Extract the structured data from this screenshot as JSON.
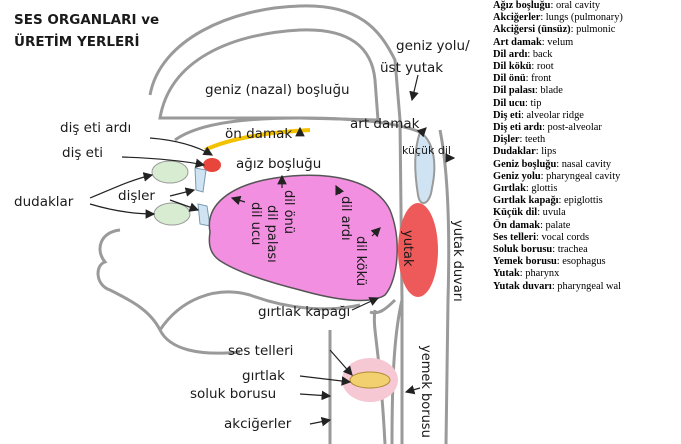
{
  "diagram": {
    "title_line1": "SES ORGANLARI ve",
    "title_line2": "ÜRETİM YERLERİ",
    "labels": {
      "geniz_yolu_1": "geniz yolu/",
      "geniz_yolu_2": "üst yutak",
      "geniz_bosluklu": "geniz (nazal) boşluğu",
      "dis_eti_ardi": "diş eti ardı",
      "on_damak": "ön damak",
      "art_damak": "art damak",
      "dis_eti": "diş eti",
      "kucuk_dil": "küçük dil",
      "agiz_boslugu": "ağız boşluğu",
      "dudaklar": "dudaklar",
      "disler": "dişler",
      "dil_ucu": "dil ucu",
      "dil_onu": "dil önü",
      "dil_palasi": "dil palası",
      "dil_ardi": "dil ardı",
      "dil_koku": "dil kökü",
      "yutak": "yutak",
      "yutak_duvari": "yutak duvarı",
      "girtlak_kapagi": "gırtlak kapağı",
      "yemek_borusu": "yemek borusu",
      "ses_telleri": "ses telleri",
      "girtlak": "gırtlak",
      "soluk_borusu": "soluk borusu",
      "akcigerler": "akciğerler"
    }
  },
  "glossary": [
    {
      "term": "Ağız boşluğu",
      "def": ": oral cavity"
    },
    {
      "term": "Akciğerler",
      "def": ": lungs (pulmonary)"
    },
    {
      "term": "Akciğersi (ünsüz)",
      "def": ": pulmonic"
    },
    {
      "term": "Art damak",
      "def": ": velum"
    },
    {
      "term": "Dil ardı",
      "def": ": back"
    },
    {
      "term": "Dil kökü",
      "def": ": root"
    },
    {
      "term": "Dil önü",
      "def": ": front"
    },
    {
      "term": "Dil palası",
      "def": ": blade"
    },
    {
      "term": "Dil ucu",
      "def": ": tip"
    },
    {
      "term": "Diş eti",
      "def": ": alveolar ridge"
    },
    {
      "term": "Diş eti ardı",
      "def": ": post-alveolar"
    },
    {
      "term": "Dişler",
      "def": ": teeth"
    },
    {
      "term": "Dudaklar",
      "def": ": lips"
    },
    {
      "term": "Geniz boşluğu",
      "def": ": nasal cavity"
    },
    {
      "term": "Geniz yolu",
      "def": ": pharyngeal cavity"
    },
    {
      "term": "Gırtlak",
      "def": ": glottis"
    },
    {
      "term": "Gırtlak kapağı",
      "def": ": epiglottis"
    },
    {
      "term": "Küçük dil",
      "def": ": uvula"
    },
    {
      "term": "Ön damak",
      "def": ": palate"
    },
    {
      "term": "Ses telleri",
      "def": ": vocal cords"
    },
    {
      "term": "Soluk borusu",
      "def": ": trachea"
    },
    {
      "term": "Yemek borusu",
      "def": ": esophagus"
    },
    {
      "term": "Yutak",
      "def": ": pharynx"
    },
    {
      "term": "Yutak duvarı",
      "def": ": pharyngeal wal"
    }
  ],
  "colors": {
    "tongue": "#f28fe0",
    "pharynx": "#ee5a5a",
    "palate_yellow": "#f2c200",
    "gum_red": "#e8453c",
    "soft_green": "#d7ecd0",
    "tooth_blue": "#cfe3f2",
    "outline": "#9a9a9a"
  }
}
